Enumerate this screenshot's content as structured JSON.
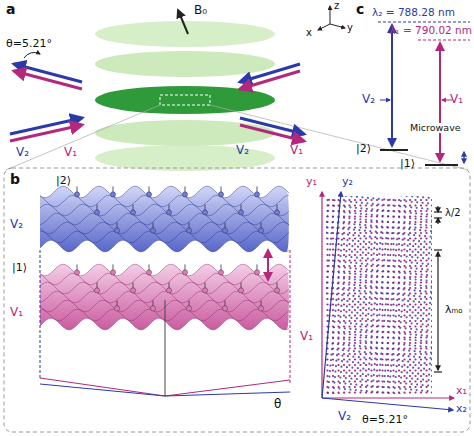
{
  "diagram": {
    "labels": [
      "a",
      "B₀",
      "z",
      "x",
      "y",
      "θ=5.21°",
      "V₂",
      "V₁",
      "V₂",
      "V₁",
      "c",
      "λ₂ = 788.28 nm",
      "λ₁ = 790.02 nm",
      "V₂",
      "V₁",
      "|2⟩",
      "|1⟩",
      "Microwave",
      "b",
      "|2⟩",
      "V₂",
      "V₁",
      "|1⟩",
      "θ",
      "y₁",
      "y₂",
      "λ/2",
      "λₘₒ",
      "V₁",
      "x₁",
      "V₂",
      "x₂",
      "θ=5.21°"
    ]
  }
}
